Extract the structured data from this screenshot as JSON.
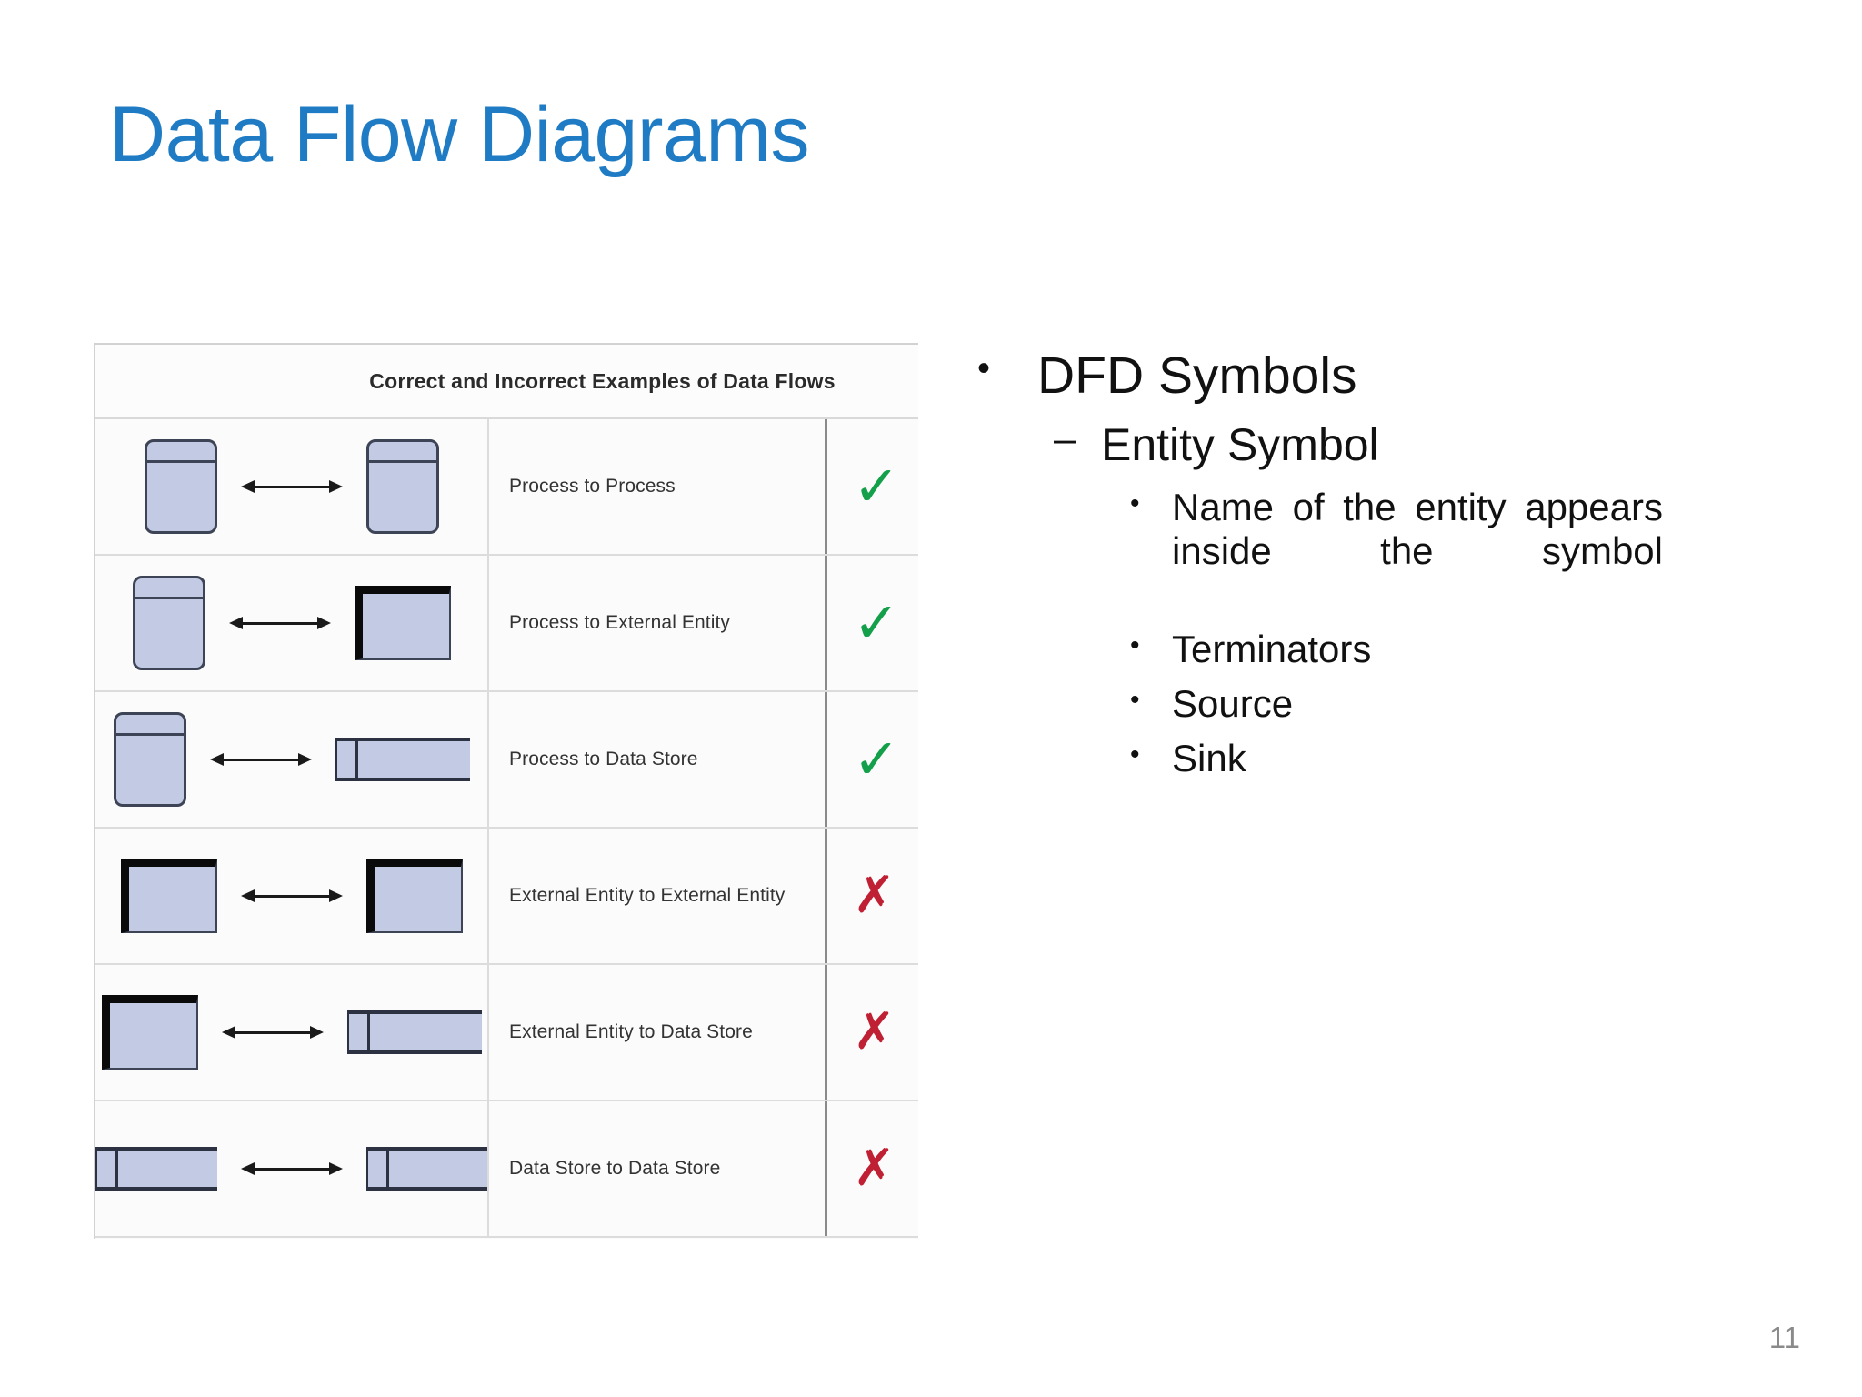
{
  "slide": {
    "title": "Data Flow Diagrams",
    "title_color": "#1f7cc4",
    "page_number": "11"
  },
  "figure": {
    "header": "Correct and Incorrect Examples of Data Flows",
    "rows": [
      {
        "left_symbol": "process",
        "right_symbol": "process",
        "label": "Process to Process",
        "verdict": "correct",
        "verdict_glyph": "✓"
      },
      {
        "left_symbol": "process",
        "right_symbol": "external-entity",
        "label": "Process to External Entity",
        "verdict": "correct",
        "verdict_glyph": "✓"
      },
      {
        "left_symbol": "process",
        "right_symbol": "data-store",
        "label": "Process to Data Store",
        "verdict": "correct",
        "verdict_glyph": "✓"
      },
      {
        "left_symbol": "external-entity",
        "right_symbol": "external-entity",
        "label": "External Entity to External Entity",
        "verdict": "incorrect",
        "verdict_glyph": "✗"
      },
      {
        "left_symbol": "external-entity",
        "right_symbol": "data-store",
        "label": "External Entity to Data Store",
        "verdict": "incorrect",
        "verdict_glyph": "✗"
      },
      {
        "left_symbol": "data-store",
        "right_symbol": "data-store",
        "label": "Data Store to Data Store",
        "verdict": "incorrect",
        "verdict_glyph": "✗"
      }
    ],
    "colors": {
      "symbol_fill": "#c3cbe4",
      "symbol_stroke": "#3c4456",
      "correct": "#14a04a",
      "incorrect": "#c02033"
    }
  },
  "content": {
    "level1_bullet": "•",
    "level2_bullet": "–",
    "level3_bullet": "•",
    "items": {
      "dfd_symbols": "DFD Symbols",
      "entity_symbol": "Entity Symbol",
      "name_of_entity": "Name of the entity appears inside the symbol",
      "terminators": "Terminators",
      "source": "Source",
      "sink": "Sink"
    }
  }
}
